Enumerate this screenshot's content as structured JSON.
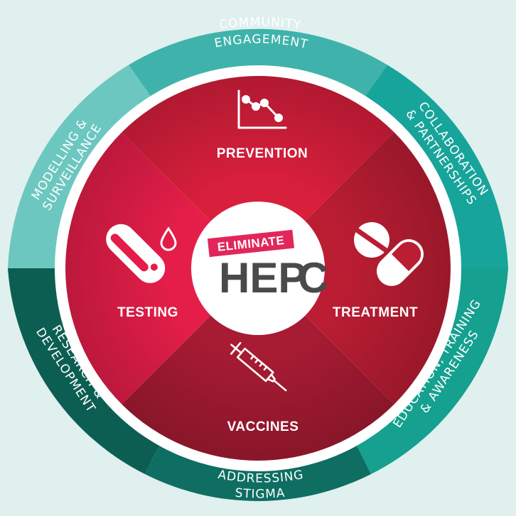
{
  "outer_ring": [
    {
      "id": "community",
      "lines": [
        "COMMUNITY",
        "ENGAGEMENT"
      ],
      "color": "#3fb3ab"
    },
    {
      "id": "collaboration",
      "lines": [
        "COLLABORATION",
        "& PARTNERSHIPS"
      ],
      "color": "#17a49a"
    },
    {
      "id": "education",
      "lines": [
        "EDUCATION, TRAINING",
        "& AWARENESS"
      ],
      "color": "#15a08f"
    },
    {
      "id": "stigma",
      "lines": [
        "ADDRESSING",
        "STIGMA"
      ],
      "color": "#0e6e62"
    },
    {
      "id": "research",
      "lines": [
        "RESEARCH &",
        "DEVELOPMENT"
      ],
      "color": "#0c5e52"
    },
    {
      "id": "modelling",
      "lines": [
        "MODELLING &",
        "SURVEILLANCE"
      ],
      "color": "#6cc7c0"
    }
  ],
  "inner_quadrants": [
    {
      "id": "prevention",
      "label": "PREVENTION",
      "icon": "line-chart-icon",
      "color": "#d81f3c"
    },
    {
      "id": "treatment",
      "label": "TREATMENT",
      "icon": "pill-capsule-icon",
      "color": "#bb1d33"
    },
    {
      "id": "vaccines",
      "label": "VACCINES",
      "icon": "syringe-icon",
      "color": "#a71b33"
    },
    {
      "id": "testing",
      "label": "TESTING",
      "icon": "test-tube-drop-icon",
      "color": "#e51e49"
    }
  ],
  "center": {
    "eliminate": "ELIMINATE",
    "hep": "HEP",
    "c": "C"
  }
}
